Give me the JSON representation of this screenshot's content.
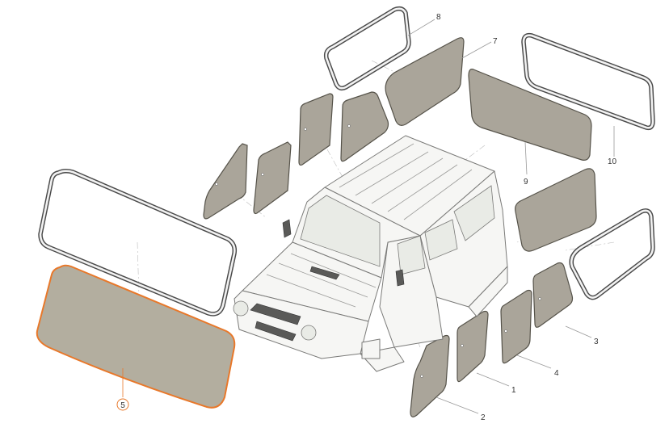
{
  "diagram": {
    "parts": [
      {
        "number": "1"
      },
      {
        "number": "2"
      },
      {
        "number": "3"
      },
      {
        "number": "4"
      },
      {
        "number": "5",
        "selected": true
      },
      {
        "number": "7"
      },
      {
        "number": "8"
      },
      {
        "number": "9"
      },
      {
        "number": "10"
      }
    ]
  },
  "colors": {
    "glass": "#aaa59a",
    "selected_outline": "#e8782a",
    "seal": "#4a4a4a"
  }
}
